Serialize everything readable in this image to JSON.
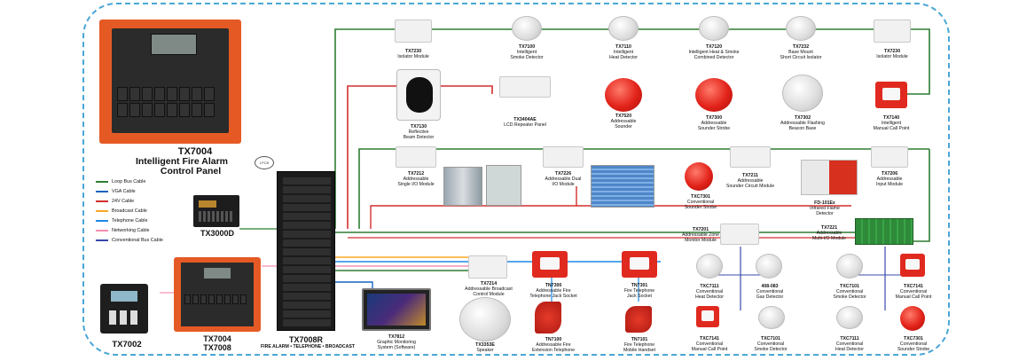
{
  "legend": {
    "items": [
      {
        "label": "Loop Bus Cable",
        "color": "#2e7d32"
      },
      {
        "label": "VGA Cable",
        "color": "#1565c0"
      },
      {
        "label": "24V Cable",
        "color": "#d32f2f"
      },
      {
        "label": "Broadcast Cable",
        "color": "#f9a825"
      },
      {
        "label": "Telephone Cable",
        "color": "#1e88e5"
      },
      {
        "label": "Networking Cable",
        "color": "#f48fb1"
      },
      {
        "label": "Conventional Bus Cable",
        "color": "#3949ab"
      }
    ]
  },
  "panels": {
    "main_code": "TX7004",
    "main_title_1": "Intelligent Fire Alarm",
    "main_title_2": "Control Panel",
    "tx3000d": "TX3000D",
    "tx7002": "TX7002",
    "tx7004": "TX7004",
    "tx7008": "TX7008",
    "tx7008r": "TX7008R",
    "tx7008r_sub": "FIRE ALARM • TELEPHONE • BROADCAST",
    "lpcb": "LPCB"
  },
  "devices": {
    "row1": [
      {
        "code": "TX7230",
        "name": "Isolator Module"
      },
      {
        "code": "TX7100",
        "name": "Intelligent\nSmoke Detector"
      },
      {
        "code": "TX7110",
        "name": "Intelligent\nHeat Detector"
      },
      {
        "code": "TX7120",
        "name": "Intelligent Heat & Smoke\nCombined Detector"
      },
      {
        "code": "TX7232",
        "name": "Base Mount\nShort Circuit Isolator"
      },
      {
        "code": "TX7230",
        "name": "Isolator Module"
      }
    ],
    "row2": [
      {
        "code": "TX7130",
        "name": "Reflective\nBeam Detector"
      },
      {
        "code": "TX3404AE",
        "name": "LCD Repeater Panel"
      },
      {
        "code": "TX7520",
        "name": "Addressable\nSounder"
      },
      {
        "code": "TX7300",
        "name": "Addressable\nSounder Strobe"
      },
      {
        "code": "TX7302",
        "name": "Addressable Flashing\nBeacon Base"
      },
      {
        "code": "TX7140",
        "name": "Intelligent\nManual Call Point"
      }
    ],
    "row3": [
      {
        "code": "TX7212",
        "name": "Addressable\nSingle I/O Module"
      },
      {
        "code": "TX7226",
        "name": "Addressable Dual\nI/O Module"
      },
      {
        "code": "TX7211",
        "name": "Addressable\nSounder Circuit Module"
      },
      {
        "code": "TXC7301",
        "name": "Conventional\nSounder Strobe"
      },
      {
        "code": "FD-101Ex",
        "name": "Infrared Flame\nDetector"
      },
      {
        "code": "TX7206",
        "name": "Addressable\nInput Module"
      }
    ],
    "row4": [
      {
        "code": "TX7201",
        "name": "Addressable Zone\nMonitor Module"
      },
      {
        "code": "TX7221",
        "name": "Addressable\nMulti-I/O Module"
      }
    ],
    "lower_mid": [
      {
        "code": "TX7214",
        "name": "Addressable Broadcast\nControl Module"
      },
      {
        "code": "TN7300",
        "name": "Addressable Fire\nTelephone Jack Socket"
      },
      {
        "code": "TN7301",
        "name": "Fire Telephone\nJack Socket"
      },
      {
        "code": "TX3353E",
        "name": "Speaker"
      },
      {
        "code": "TN7100",
        "name": "Addressable Fire\nExtension Telephone"
      },
      {
        "code": "TN7101",
        "name": "Fire Telephone\nMobile Handset"
      },
      {
        "code": "TX7812",
        "name": "Graphic Monitoring\nSystem (Software)"
      }
    ],
    "conventional": [
      {
        "code": "TXC7111",
        "name": "Conventional\nHeat Detector"
      },
      {
        "code": "408-083",
        "name": "Conventional\nGas Detector"
      },
      {
        "code": "TXC7101",
        "name": "Conventional\nSmoke Detector"
      },
      {
        "code": "TXC7141",
        "name": "Conventional\nManual Call Point"
      },
      {
        "code": "TXC7141",
        "name": "Conventional\nManual Call Point"
      },
      {
        "code": "TXC7101",
        "name": "Conventional\nSmoke Detector"
      },
      {
        "code": "TXC7111",
        "name": "Conventional\nHeat Detector"
      },
      {
        "code": "TXC7301",
        "name": "Conventional\nSounder Strobe"
      }
    ]
  }
}
